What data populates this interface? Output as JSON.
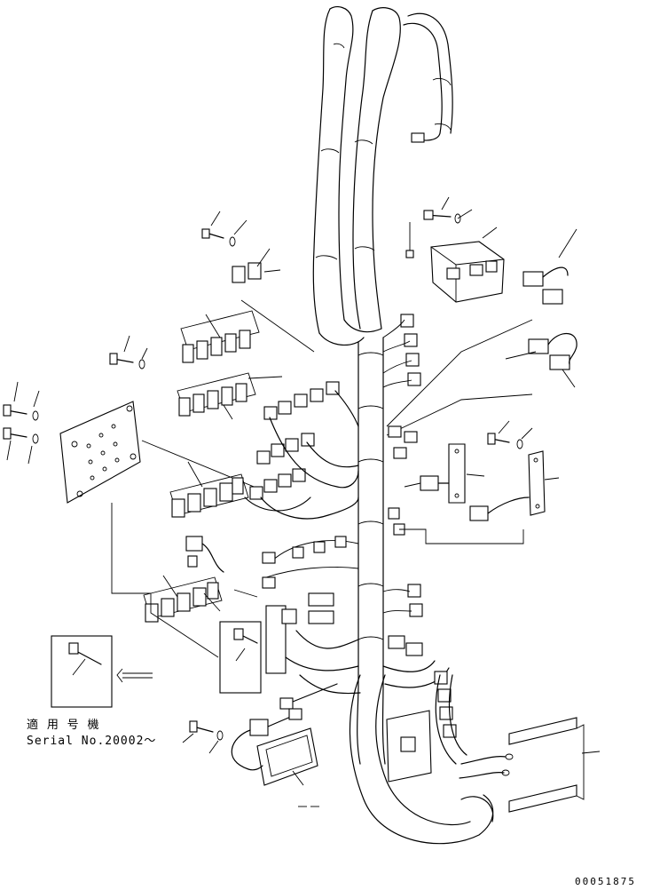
{
  "note": {
    "line1": "適 用 号 機",
    "line2": "Serial No.20002～"
  },
  "drawing_code": "00051875"
}
